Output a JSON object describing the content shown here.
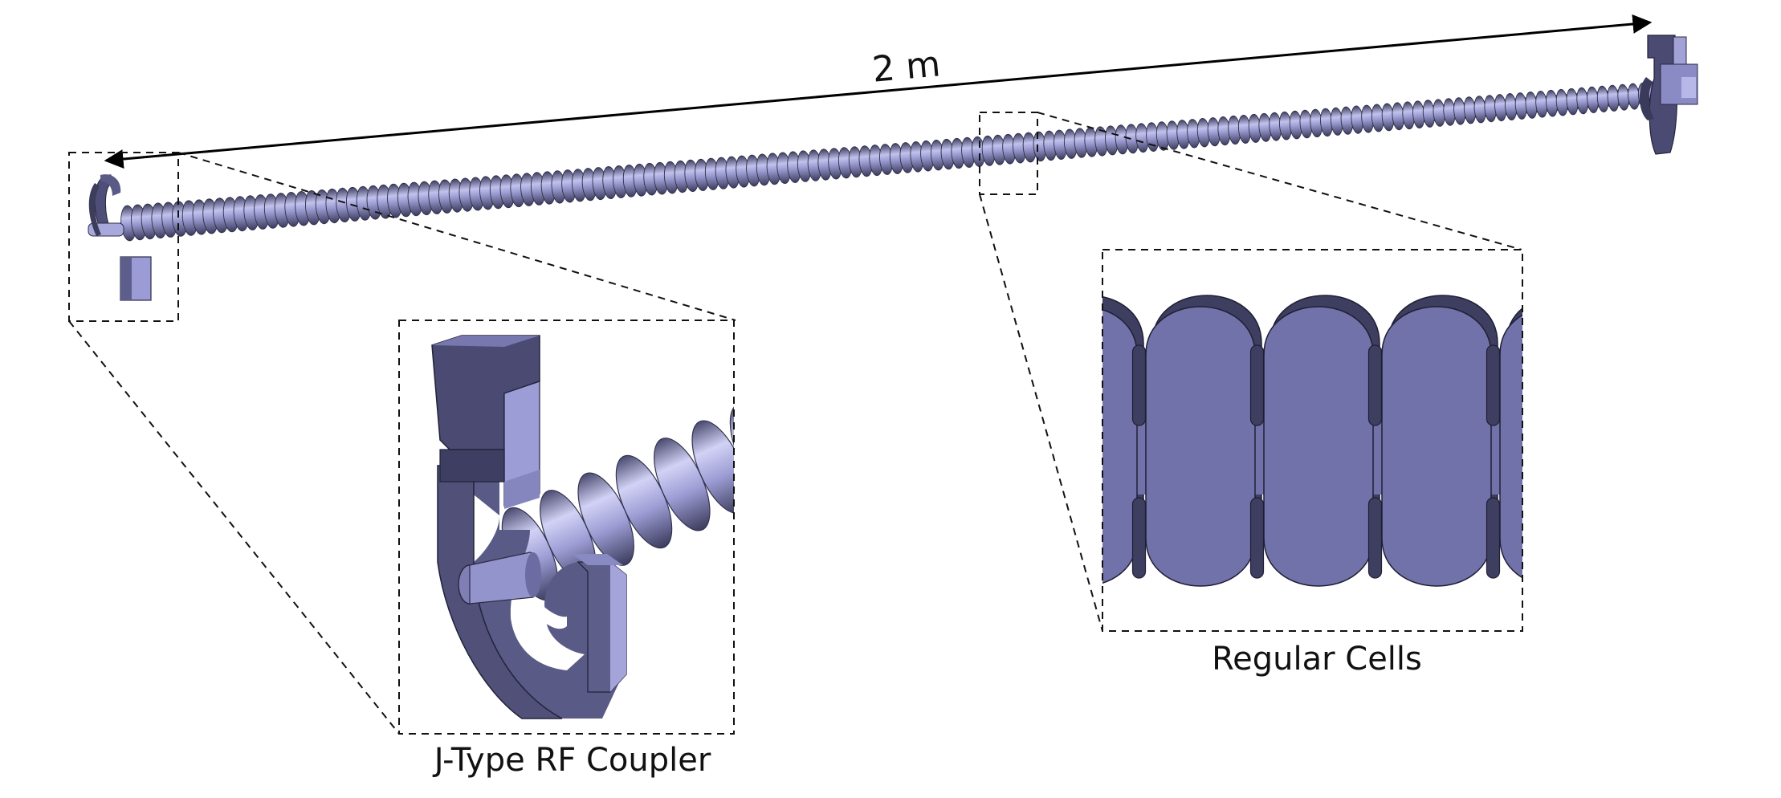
{
  "dimension": {
    "label": "2 m"
  },
  "callouts": {
    "coupler": {
      "caption": "J-Type RF Coupler"
    },
    "cells": {
      "caption": "Regular Cells"
    }
  },
  "structure": {
    "cell_count": 150
  },
  "colors": {
    "body_face": "#7272aa",
    "body_light": "#b4b4e6",
    "body_dark": "#3e3e60",
    "body_mid": "#6f6fa6",
    "outline": "#1f1f35",
    "dashed": "#111111",
    "arrow": "#000000"
  }
}
